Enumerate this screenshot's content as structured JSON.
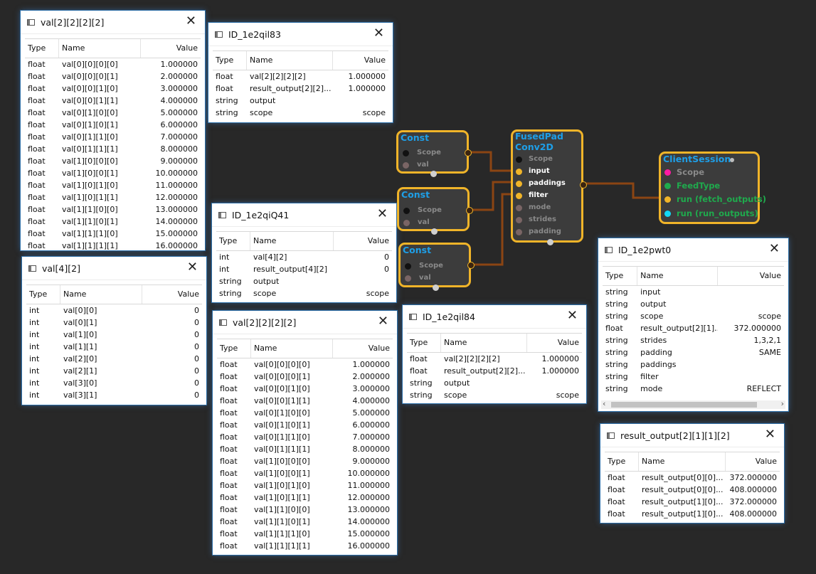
{
  "colors": {
    "background": "#282828",
    "node_border": "#f0b429",
    "node_title": "#1e9fe8",
    "wire": "#8b4513",
    "scope_pink": "#ff1aa3",
    "feed_green": "#1faa4d",
    "run_cyan": "#12d8f5"
  },
  "table_headers": {
    "type": "Type",
    "name": "Name",
    "value": "Value"
  },
  "panels": [
    {
      "title": "val[2][2][2][2]",
      "rows": [
        [
          "float",
          "val[0][0][0][0]",
          "1.000000"
        ],
        [
          "float",
          "val[0][0][0][1]",
          "2.000000"
        ],
        [
          "float",
          "val[0][0][1][0]",
          "3.000000"
        ],
        [
          "float",
          "val[0][0][1][1]",
          "4.000000"
        ],
        [
          "float",
          "val[0][1][0][0]",
          "5.000000"
        ],
        [
          "float",
          "val[0][1][0][1]",
          "6.000000"
        ],
        [
          "float",
          "val[0][1][1][0]",
          "7.000000"
        ],
        [
          "float",
          "val[0][1][1][1]",
          "8.000000"
        ],
        [
          "float",
          "val[1][0][0][0]",
          "9.000000"
        ],
        [
          "float",
          "val[1][0][0][1]",
          "10.000000"
        ],
        [
          "float",
          "val[1][0][1][0]",
          "11.000000"
        ],
        [
          "float",
          "val[1][0][1][1]",
          "12.000000"
        ],
        [
          "float",
          "val[1][1][0][0]",
          "13.000000"
        ],
        [
          "float",
          "val[1][1][0][1]",
          "14.000000"
        ],
        [
          "float",
          "val[1][1][1][0]",
          "15.000000"
        ],
        [
          "float",
          "val[1][1][1][1]",
          "16.000000"
        ]
      ]
    },
    {
      "title": "val[4][2]",
      "rows": [
        [
          "int",
          "val[0][0]",
          "0"
        ],
        [
          "int",
          "val[0][1]",
          "0"
        ],
        [
          "int",
          "val[1][0]",
          "0"
        ],
        [
          "int",
          "val[1][1]",
          "0"
        ],
        [
          "int",
          "val[2][0]",
          "0"
        ],
        [
          "int",
          "val[2][1]",
          "0"
        ],
        [
          "int",
          "val[3][0]",
          "0"
        ],
        [
          "int",
          "val[3][1]",
          "0"
        ]
      ]
    },
    {
      "title": "ID_1e2qil83",
      "rows": [
        [
          "float",
          "val[2][2][2][2]",
          "1.000000"
        ],
        [
          "float",
          "result_output[2][2]...",
          "1.000000"
        ],
        [
          "string",
          "output",
          ""
        ],
        [
          "string",
          "scope",
          "scope"
        ]
      ]
    },
    {
      "title": "ID_1e2qiQ41",
      "rows": [
        [
          "int",
          "val[4][2]",
          "0"
        ],
        [
          "int",
          "result_output[4][2]",
          "0"
        ],
        [
          "string",
          "output",
          ""
        ],
        [
          "string",
          "scope",
          "scope"
        ]
      ]
    },
    {
      "title": "val[2][2][2][2]",
      "rows": [
        [
          "float",
          "val[0][0][0][0]",
          "1.000000"
        ],
        [
          "float",
          "val[0][0][0][1]",
          "2.000000"
        ],
        [
          "float",
          "val[0][0][1][0]",
          "3.000000"
        ],
        [
          "float",
          "val[0][0][1][1]",
          "4.000000"
        ],
        [
          "float",
          "val[0][1][0][0]",
          "5.000000"
        ],
        [
          "float",
          "val[0][1][0][1]",
          "6.000000"
        ],
        [
          "float",
          "val[0][1][1][0]",
          "7.000000"
        ],
        [
          "float",
          "val[0][1][1][1]",
          "8.000000"
        ],
        [
          "float",
          "val[1][0][0][0]",
          "9.000000"
        ],
        [
          "float",
          "val[1][0][0][1]",
          "10.000000"
        ],
        [
          "float",
          "val[1][0][1][0]",
          "11.000000"
        ],
        [
          "float",
          "val[1][0][1][1]",
          "12.000000"
        ],
        [
          "float",
          "val[1][1][0][0]",
          "13.000000"
        ],
        [
          "float",
          "val[1][1][0][1]",
          "14.000000"
        ],
        [
          "float",
          "val[1][1][1][0]",
          "15.000000"
        ],
        [
          "float",
          "val[1][1][1][1]",
          "16.000000"
        ]
      ]
    },
    {
      "title": "ID_1e2qil84",
      "rows": [
        [
          "float",
          "val[2][2][2][2]",
          "1.000000"
        ],
        [
          "float",
          "result_output[2][2]...",
          "1.000000"
        ],
        [
          "string",
          "output",
          ""
        ],
        [
          "string",
          "scope",
          "scope"
        ]
      ]
    },
    {
      "title": "ID_1e2pwt0",
      "rows": [
        [
          "string",
          "input",
          ""
        ],
        [
          "string",
          "output",
          ""
        ],
        [
          "string",
          "scope",
          "scope"
        ],
        [
          "float",
          "result_output[2][1]...",
          "372.000000"
        ],
        [
          "string",
          "strides",
          "1,3,2,1"
        ],
        [
          "string",
          "padding",
          "SAME"
        ],
        [
          "string",
          "paddings",
          ""
        ],
        [
          "string",
          "filter",
          ""
        ],
        [
          "string",
          "mode",
          "REFLECT"
        ]
      ]
    },
    {
      "title": "result_output[2][1][1][2]",
      "rows": [
        [
          "float",
          "result_output[0][0]...",
          "372.000000"
        ],
        [
          "float",
          "result_output[0][0]...",
          "408.000000"
        ],
        [
          "float",
          "result_output[1][0]...",
          "372.000000"
        ],
        [
          "float",
          "result_output[1][0]...",
          "408.000000"
        ]
      ]
    }
  ],
  "nodes": {
    "const1": {
      "title": "Const",
      "ports": [
        "Scope",
        "val"
      ]
    },
    "const2": {
      "title": "Const",
      "ports": [
        "Scope",
        "val"
      ]
    },
    "const3": {
      "title": "Const",
      "ports": [
        "Scope",
        "val"
      ]
    },
    "fused": {
      "title_line1": "FusedPad",
      "title_line2": "Conv2D",
      "ports": [
        "Scope",
        "input",
        "paddings",
        "filter",
        "mode",
        "strides",
        "padding"
      ]
    },
    "client": {
      "title": "ClientSession",
      "ports": [
        "Scope",
        "FeedType",
        "run (fetch_outputs)",
        "run (run_outputs)"
      ]
    }
  }
}
